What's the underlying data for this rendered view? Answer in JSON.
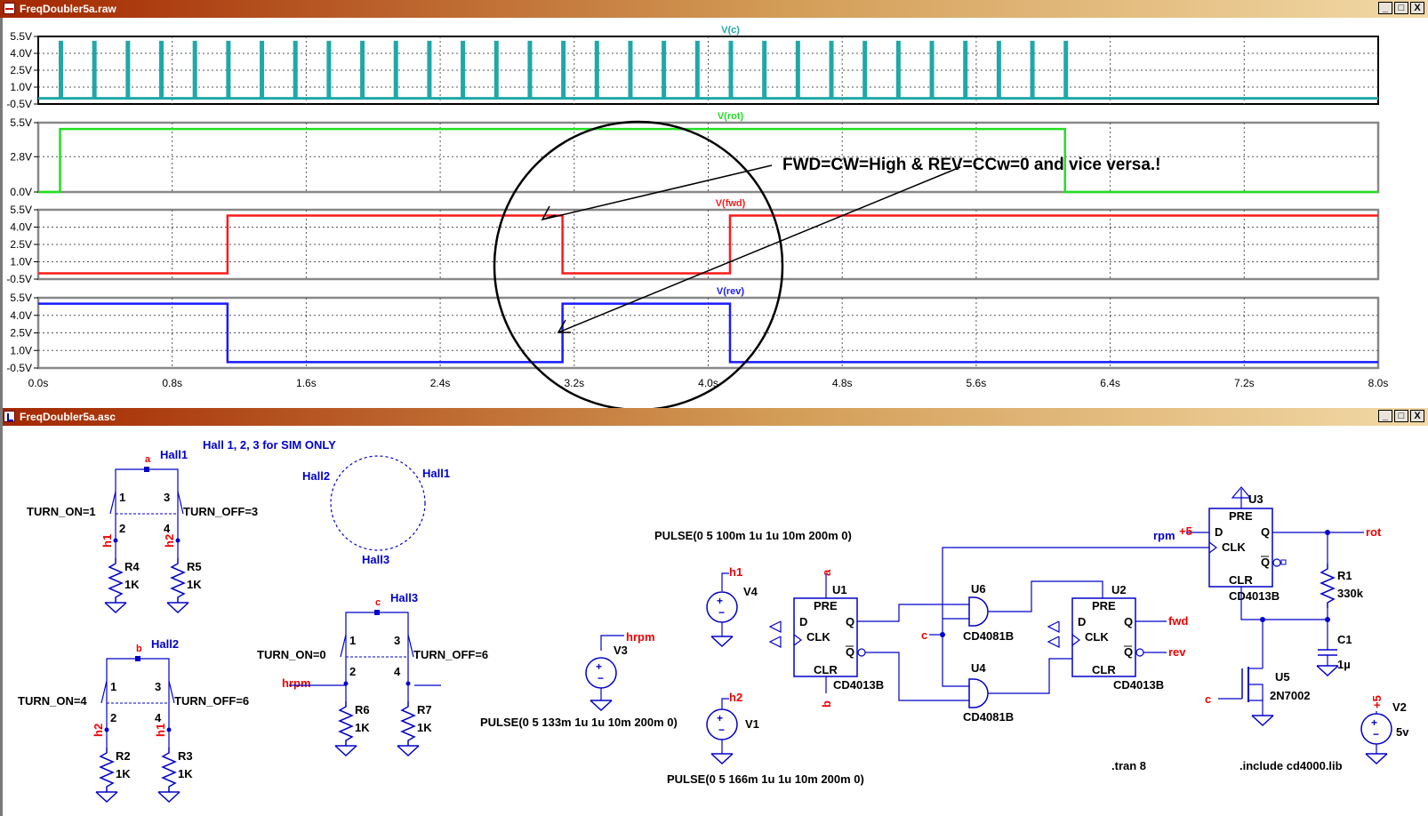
{
  "windows": {
    "waveform_title": "FreqDoubler5a.raw",
    "schematic_title": "FreqDoubler5a.asc"
  },
  "controls": {
    "minimize": "_",
    "restore": "□",
    "close": "X"
  },
  "plots": [
    {
      "trace": "V(c)",
      "color": "#20a8a8",
      "ticks": [
        "5.5V",
        "4.0V",
        "2.5V",
        "1.0V",
        "-0.5V"
      ]
    },
    {
      "trace": "V(rot)",
      "color": "#22e022",
      "ticks": [
        "5.5V",
        "2.8V",
        "0.0V"
      ]
    },
    {
      "trace": "V(fwd)",
      "color": "#ff1a1a",
      "ticks": [
        "5.5V",
        "4.0V",
        "2.5V",
        "1.0V",
        "-0.5V"
      ]
    },
    {
      "trace": "V(rev)",
      "color": "#1a1aff",
      "ticks": [
        "5.5V",
        "4.0V",
        "2.5V",
        "1.0V",
        "-0.5V"
      ]
    }
  ],
  "time_axis": [
    "0.0s",
    "0.8s",
    "1.6s",
    "2.4s",
    "3.2s",
    "4.0s",
    "4.8s",
    "5.6s",
    "6.4s",
    "7.2s",
    "8.0s"
  ],
  "waveforms": {
    "c_pulse_times": [
      0.13,
      0.33,
      0.53,
      0.73,
      0.93,
      1.13,
      1.33,
      1.53,
      1.73,
      1.93,
      2.13,
      2.33,
      2.53,
      2.73,
      2.93,
      3.13,
      3.33,
      3.53,
      3.73,
      3.93,
      4.13,
      4.33,
      4.53,
      4.73,
      4.93,
      5.13,
      5.33,
      5.53,
      5.73,
      5.93,
      6.13
    ],
    "rot_rise": 0.13,
    "rot_fall": 6.13,
    "fwd_rise": 1.13,
    "fwd_fall": 3.13,
    "fwd_rise2": 4.13,
    "rev_low": 1.13,
    "rev_high": 3.13,
    "rev_low2": 4.13
  },
  "annotation": "FWD=CW=High & REV=CCw=0 and vice versa.!",
  "schematic": {
    "note": "Hall 1, 2, 3 for SIM ONLY",
    "hall_ring": {
      "h1": "Hall1",
      "h2": "Hall2",
      "h3": "Hall3"
    },
    "switches": [
      {
        "hall": "Hall1",
        "node": "a",
        "on": "TURN_ON=1",
        "off": "TURN_OFF=3",
        "lnet": "h1",
        "rnet": "h2",
        "lr": "R4",
        "rr": "R5",
        "lv": "1K",
        "rv": "1K",
        "p1": "1",
        "p2": "2",
        "p3": "3",
        "p4": "4"
      },
      {
        "hall": "Hall2",
        "node": "b",
        "on": "TURN_ON=4",
        "off": "TURN_OFF=6",
        "lnet": "h2",
        "rnet": "h1",
        "lr": "R2",
        "rr": "R3",
        "lv": "1K",
        "rv": "1K",
        "p1": "1",
        "p2": "2",
        "p3": "3",
        "p4": "4"
      },
      {
        "hall": "Hall3",
        "node": "c",
        "on": "TURN_ON=0",
        "off": "TURN_OFF=6",
        "lnet": "hrpm",
        "rnet": "",
        "lr": "R6",
        "rr": "R7",
        "lv": "1K",
        "rv": "1K",
        "p1": "1",
        "p2": "2",
        "p3": "3",
        "p4": "4"
      }
    ],
    "sources": {
      "v3": {
        "name": "V3",
        "net": "hrpm",
        "pulse": "PULSE(0 5 133m 1u 1u 10m 200m 0)"
      },
      "v4": {
        "name": "V4",
        "net": "h1",
        "pulse": "PULSE(0 5 100m 1u 1u 10m 200m 0)"
      },
      "v1": {
        "name": "V1",
        "net": "h2",
        "pulse": "PULSE(0 5 166m 1u 1u 10m 200m 0)"
      },
      "v2": {
        "name": "V2",
        "net": "+5",
        "value": "5v"
      }
    },
    "ff": {
      "u1": {
        "name": "U1",
        "part": "CD4013B",
        "pre_net": "a",
        "clr_net": "b"
      },
      "u2": {
        "name": "U2",
        "part": "CD4013B"
      },
      "u3": {
        "name": "U3",
        "part": "CD4013B"
      },
      "pins": {
        "pre": "PRE",
        "clr": "CLR",
        "d": "D",
        "clk": "CLK",
        "q": "Q",
        "qbar": "Q"
      }
    },
    "gates": {
      "u6": {
        "name": "U6",
        "part": "CD4081B"
      },
      "u4": {
        "name": "U4",
        "part": "CD4081B"
      },
      "c_net": "c"
    },
    "nets": {
      "fwd": "fwd",
      "rev": "rev",
      "rpm": "rpm",
      "plus5": "+5",
      "rot": "rot",
      "c": "c"
    },
    "r1": {
      "name": "R1",
      "value": "330k"
    },
    "c1": {
      "name": "C1",
      "value": "1µ"
    },
    "u5": {
      "name": "U5",
      "part": "2N7002"
    },
    "tran": ".tran 8",
    "include": ".include cd4000.lib"
  }
}
